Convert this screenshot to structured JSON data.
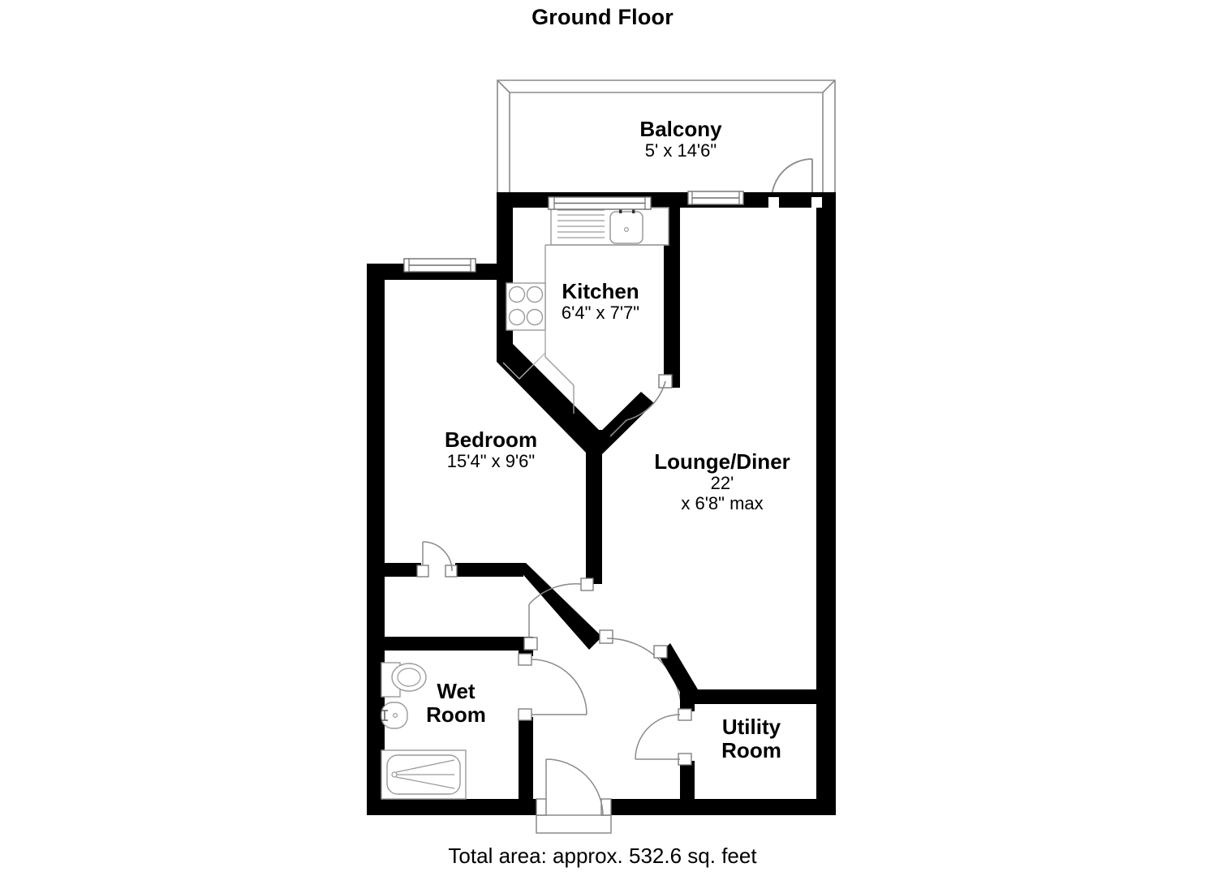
{
  "page": {
    "title": "Ground Floor",
    "footer": "Total area: approx. 532.6 sq. feet",
    "background_color": "#ffffff",
    "wall_color": "#000000",
    "fixture_line_color": "#999999"
  },
  "rooms": [
    {
      "key": "balcony",
      "name": "Balcony",
      "dimensions": "5' x 14'6\""
    },
    {
      "key": "kitchen",
      "name": "Kitchen",
      "dimensions": "6'4\" x 7'7\""
    },
    {
      "key": "bedroom",
      "name": "Bedroom",
      "dimensions": "15'4\" x 9'6\""
    },
    {
      "key": "lounge_diner",
      "name": "Lounge/Diner",
      "dimensions_line1": "22'",
      "dimensions_line2": "x 6'8\" max"
    },
    {
      "key": "wet_room",
      "name_line1": "Wet",
      "name_line2": "Room"
    },
    {
      "key": "utility_room",
      "name_line1": "Utility",
      "name_line2": "Room"
    }
  ],
  "fixtures": [
    {
      "key": "kitchen-sink",
      "label": "sink-with-drainer"
    },
    {
      "key": "kitchen-hob",
      "label": "four-ring-hob"
    },
    {
      "key": "wc",
      "label": "toilet"
    },
    {
      "key": "basin",
      "label": "wash-basin"
    },
    {
      "key": "shower-tray",
      "label": "shower-tray"
    }
  ],
  "openings": {
    "windows": 4,
    "doors": 7
  }
}
